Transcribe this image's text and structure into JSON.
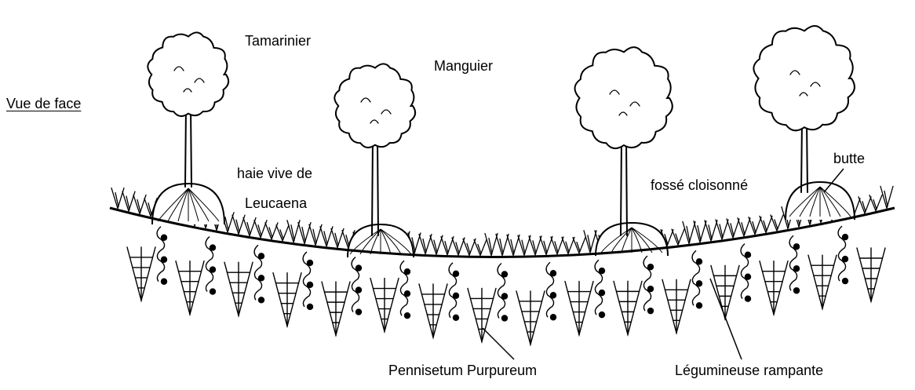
{
  "labels": {
    "view": "Vue de face",
    "tamarind": "Tamarinier",
    "mango": "Manguier",
    "hedge_line1": "haie vive de",
    "hedge_line2": "Leucaena",
    "ditch": "fossé cloisonné",
    "mound": "butte",
    "pennisetum": "Pennisetum Purpureum",
    "legume": "Légumineuse rampante"
  },
  "colors": {
    "ink": "#000000",
    "paper": "#ffffff"
  }
}
